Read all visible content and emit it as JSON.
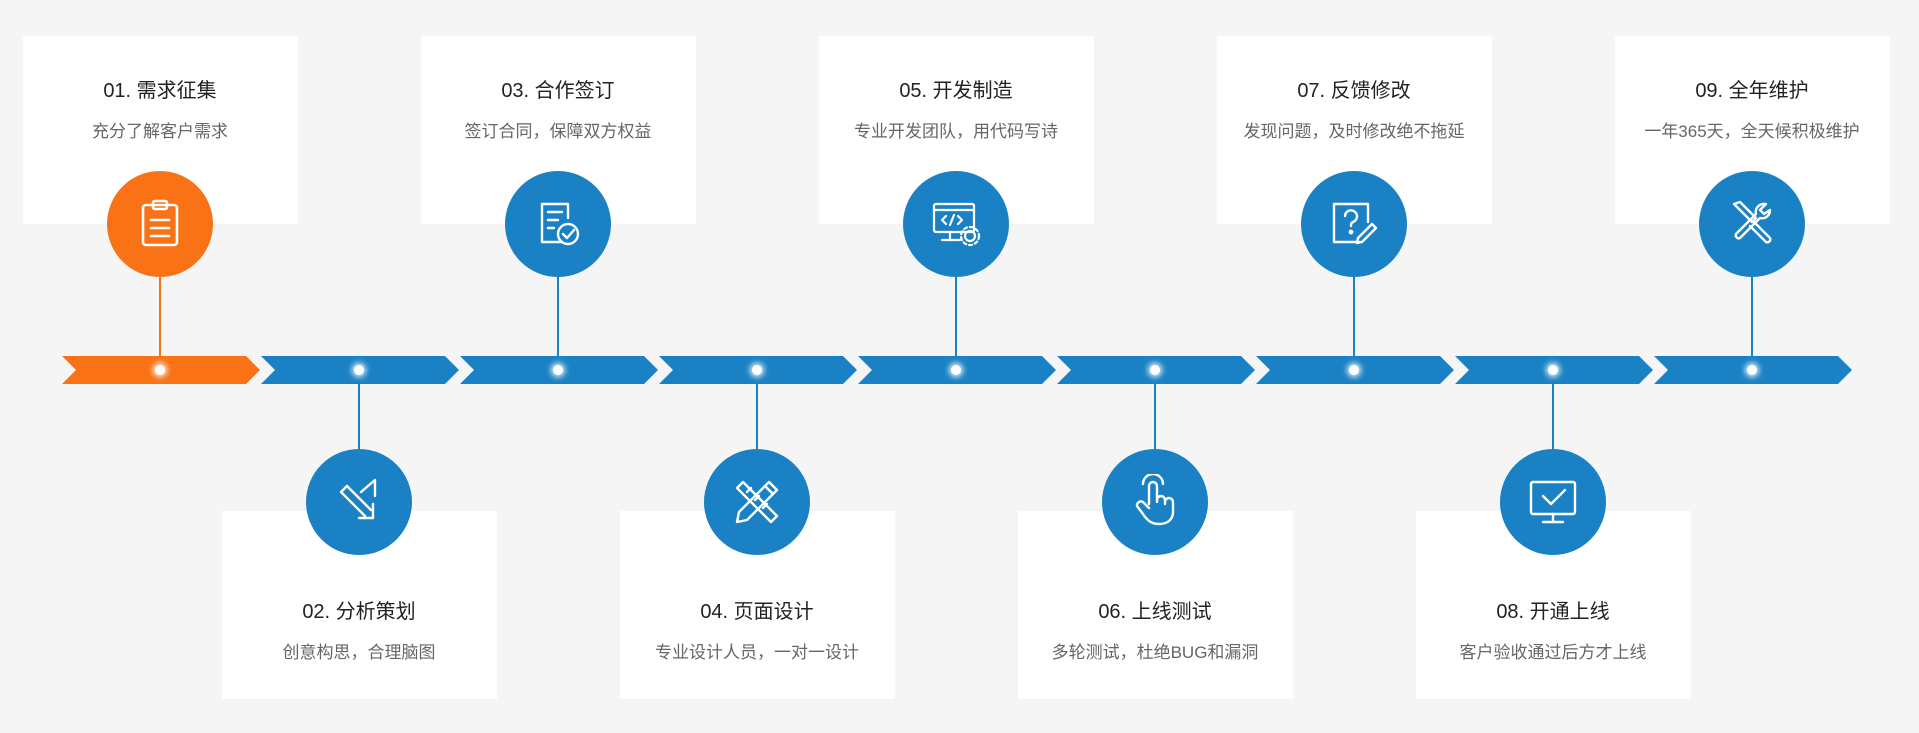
{
  "colors": {
    "primary": "#1a82c4",
    "active": "#f97316",
    "card": "#ffffff",
    "background": "#f5f5f5"
  },
  "steps": [
    {
      "title": "01. 需求征集",
      "desc": "充分了解客户需求",
      "icon": "clipboard-icon",
      "position": "top",
      "active": true
    },
    {
      "title": "02. 分析策划",
      "desc": "创意构思，合理脑图",
      "icon": "analysis-arrows-icon",
      "position": "bottom",
      "active": false
    },
    {
      "title": "03. 合作签订",
      "desc": "签订合同，保障双方权益",
      "icon": "contract-check-icon",
      "position": "top",
      "active": false
    },
    {
      "title": "04. 页面设计",
      "desc": "专业设计人员，一对一设计",
      "icon": "pencil-ruler-icon",
      "position": "bottom",
      "active": false
    },
    {
      "title": "05. 开发制造",
      "desc": "专业开发团队，用代码写诗",
      "icon": "code-monitor-gear-icon",
      "position": "top",
      "active": false
    },
    {
      "title": "06. 上线测试",
      "desc": "多轮测试，杜绝BUG和漏洞",
      "icon": "hand-pointer-icon",
      "position": "bottom",
      "active": false
    },
    {
      "title": "07. 反馈修改",
      "desc": "发现问题，及时修改绝不拖延",
      "icon": "question-edit-icon",
      "position": "top",
      "active": false
    },
    {
      "title": "08. 开通上线",
      "desc": "客户验收通过后方才上线",
      "icon": "monitor-check-icon",
      "position": "bottom",
      "active": false
    },
    {
      "title": "09. 全年维护",
      "desc": "一年365天，全天候积极维护",
      "icon": "wrench-screwdriver-icon",
      "position": "top",
      "active": false
    }
  ]
}
